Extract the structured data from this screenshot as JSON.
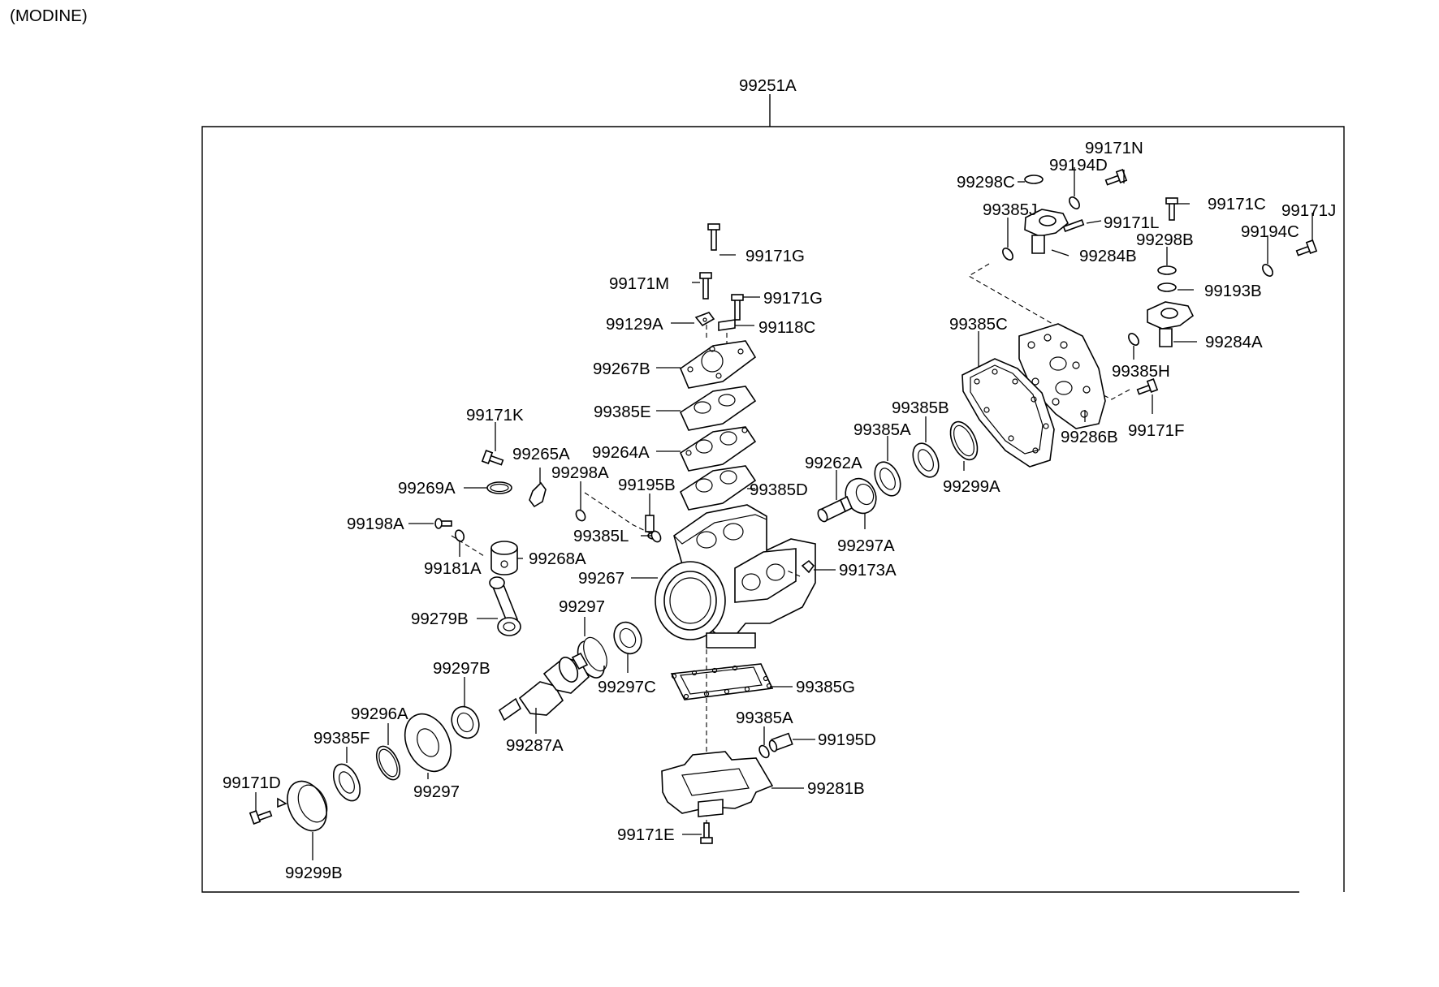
{
  "header": {
    "variant": "(MODINE)"
  },
  "assembly": {
    "number": "99251A"
  },
  "labels": {
    "p99171N": "99171N",
    "p99194D": "99194D",
    "p99298C": "99298C",
    "p99385J": "99385J",
    "p99171L": "99171L",
    "p99171C": "99171C",
    "p99171J": "99171J",
    "p99284B": "99284B",
    "p99298B": "99298B",
    "p99194C": "99194C",
    "p99193B": "99193B",
    "p99284A": "99284A",
    "p99385H": "99385H",
    "p99171F": "99171F",
    "p99385C": "99385C",
    "p99286B": "99286B",
    "p99385B": "99385B",
    "p99385A_top": "99385A",
    "p99299A": "99299A",
    "p99262A": "99262A",
    "p99297A": "99297A",
    "p99171G_top": "99171G",
    "p99171M": "99171M",
    "p99171G_mid": "99171G",
    "p99129A": "99129A",
    "p99118C": "99118C",
    "p99267B": "99267B",
    "p99385E": "99385E",
    "p99264A": "99264A",
    "p99385D": "99385D",
    "p99171K": "99171K",
    "p99265A": "99265A",
    "p99269A": "99269A",
    "p99298A": "99298A",
    "p99195B": "99195B",
    "p99198A": "99198A",
    "p99385L": "99385L",
    "p99181A": "99181A",
    "p99268A": "99268A",
    "p99267": "99267",
    "p99173A": "99173A",
    "p99279B": "99279B",
    "p99297_top": "99297",
    "p99297C": "99297C",
    "p99297B": "99297B",
    "p99385G": "99385G",
    "p99296A": "99296A",
    "p99287A": "99287A",
    "p99385A_bot": "99385A",
    "p99195D": "99195D",
    "p99385F": "99385F",
    "p99297_bot": "99297",
    "p99281B": "99281B",
    "p99171D": "99171D",
    "p99171E": "99171E",
    "p99299B": "99299B"
  }
}
